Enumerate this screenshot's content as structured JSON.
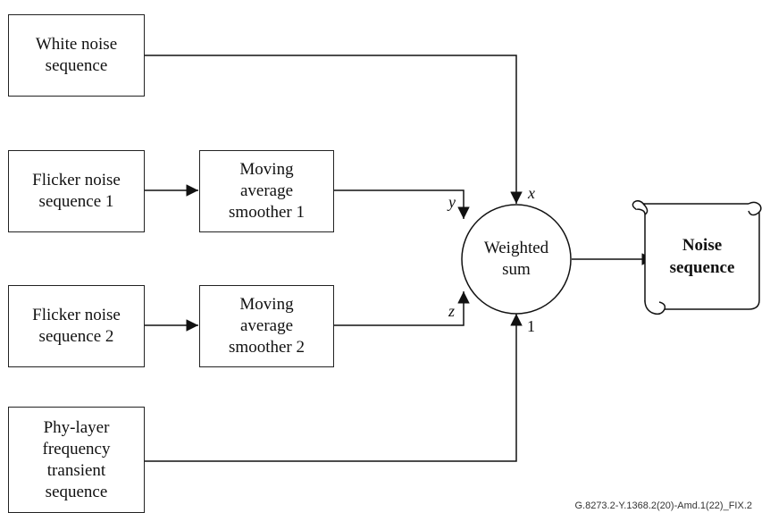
{
  "blocks": {
    "white_noise": {
      "line1": "White noise",
      "line2": "sequence"
    },
    "flicker1": {
      "line1": "Flicker noise",
      "line2": "sequence 1"
    },
    "flicker2": {
      "line1": "Flicker noise",
      "line2": "sequence 2"
    },
    "smoother1": {
      "line1": "Moving",
      "line2": "average",
      "line3": "smoother 1"
    },
    "smoother2": {
      "line1": "Moving",
      "line2": "average",
      "line3": "smoother 2"
    },
    "phy_layer": {
      "line1": "Phy-layer",
      "line2": "frequency",
      "line3": "transient",
      "line4": "sequence"
    }
  },
  "sum": {
    "line1": "Weighted",
    "line2": "sum"
  },
  "weights": {
    "x": "x",
    "y": "y",
    "z": "z",
    "one": "1"
  },
  "output": {
    "line1": "Noise",
    "line2": "sequence"
  },
  "footer": "G.8273.2-Y.1368.2(20)-Amd.1(22)_FIX.2"
}
